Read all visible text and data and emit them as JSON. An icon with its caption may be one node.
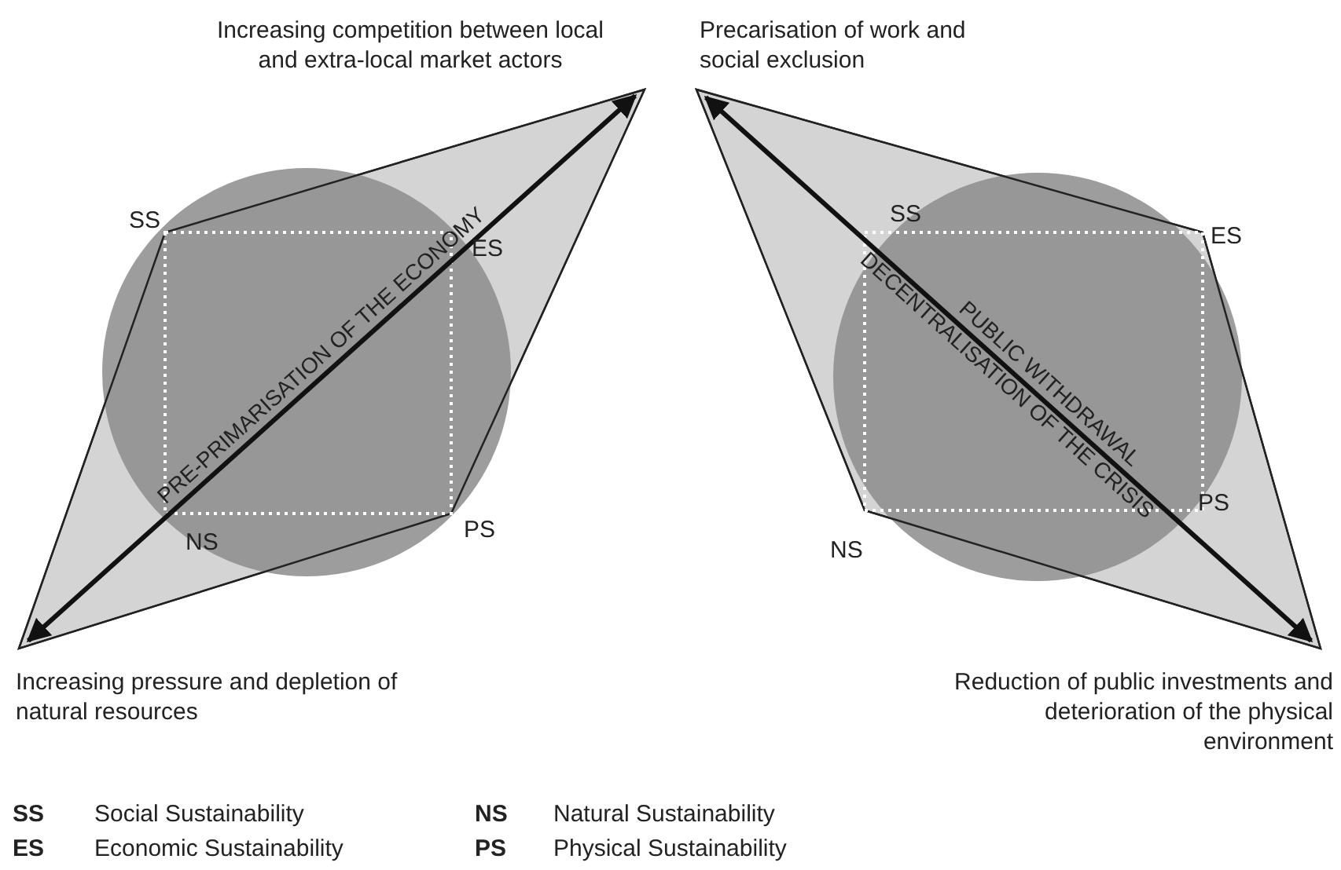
{
  "diagram": {
    "nodes": [
      {
        "text": [
          "Increasing competition between local and extra-local market actors"
        ]
      },
      {
        "text": [
          "Precarisation of work and social exclusion"
        ]
      },
      {
        "text": [
          "Increasing pressure and depletion of natural resources"
        ]
      },
      {
        "text": [
          "Reduction of public investments and deterioration of the physical environment"
        ]
      }
    ],
    "edges": [
      {
        "from": 2,
        "to": 0,
        "arrow": "both",
        "label": "PRE-PRIMARISATION OF THE ECONOMY"
      },
      {
        "from": 1,
        "to": 3,
        "arrow": "both",
        "label": "PUBLIC WITHDRAWAL"
      }
    ],
    "labels": [
      "SS",
      "ES",
      "NS",
      "PS",
      "SS",
      "ES",
      "DECENTRALISATION OF THE CRISIS",
      "NS",
      "PS",
      "SS",
      "Social Sustainability",
      "NS",
      "Natural Sustainability",
      "ES",
      "Economic Sustainability",
      "PS",
      "Physical Sustainability"
    ]
  }
}
